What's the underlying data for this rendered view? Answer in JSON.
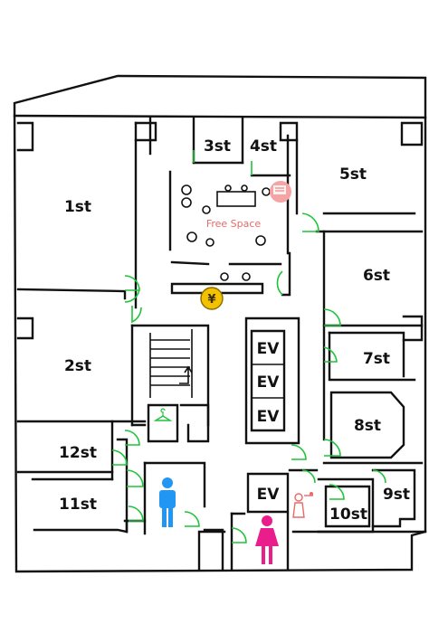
{
  "floor_plan": {
    "rooms": {
      "r1": "1st",
      "r2": "2st",
      "r3": "3st",
      "r4": "4st",
      "r5": "5st",
      "r6": "6st",
      "r7": "7st",
      "r8": "8st",
      "r9": "9st",
      "r10": "10st",
      "r11": "11st",
      "r12": "12st"
    },
    "elevators": [
      "EV",
      "EV",
      "EV",
      "EV"
    ],
    "free_space_label": "Free Space",
    "currency_symbol": "¥"
  },
  "colors": {
    "walls": "#111111",
    "doors": "#1ec43a",
    "free_space": "#e86a6a",
    "male": "#2196f3",
    "female": "#e91e8c",
    "coin": "#f2c200"
  },
  "icons": [
    "printer-icon",
    "yen-coin-icon",
    "male-restroom-icon",
    "female-restroom-icon",
    "baby-changing-icon",
    "coat-hanger-icon"
  ]
}
